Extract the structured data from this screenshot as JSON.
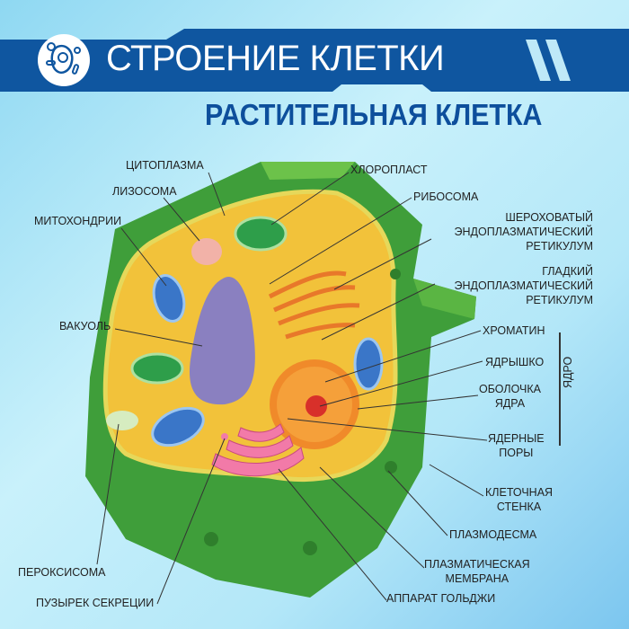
{
  "header": {
    "title": "СТРОЕНИЕ КЛЕТКИ",
    "subtitle": "РАСТИТЕЛЬНАЯ КЛЕТКА",
    "logo_icon": "cell-icon"
  },
  "labels": {
    "cytoplasm": "ЦИТОПЛАЗМА",
    "lysosome": "ЛИЗОСОМА",
    "mitochondria": "МИТОХОНДРИИ",
    "vacuole": "ВАКУОЛЬ",
    "peroxisome": "ПЕРОКСИСОМА",
    "secretory_vesicle": "ПУЗЫРЕК СЕКРЕЦИИ",
    "golgi": "АППАРАТ ГОЛЬДЖИ",
    "plasma_membrane": [
      "ПЛАЗМАТИЧЕСКАЯ",
      "МЕМБРАНА"
    ],
    "plasmodesma": "ПЛАЗМОДЕСМА",
    "cell_wall": [
      "КЛЕТОЧНАЯ",
      "СТЕНКА"
    ],
    "nuclear_pores": [
      "ЯДЕРНЫЕ",
      "ПОРЫ"
    ],
    "nuclear_envelope": [
      "ОБОЛОЧКА",
      "ЯДРА"
    ],
    "nucleolus": "ЯДРЫШКО",
    "chromatin": "ХРОМАТИН",
    "nucleus": "ЯДРО",
    "smooth_er": [
      "ГЛАДКИЙ",
      "ЭНДОПЛАЗМАТИЧЕСКИЙ",
      "РЕТИКУЛУМ"
    ],
    "rough_er": [
      "ШЕРОХОВАТЫЙ",
      "ЭНДОПЛАЗМАТИЧЕСКИЙ",
      "РЕТИКУЛУМ"
    ],
    "ribosome": "РИБОСОМА",
    "chloroplast": "ХЛОРОПЛАСТ"
  },
  "colors": {
    "banner": "#0f56a0",
    "title_blue": "#0d4f9c",
    "cell_wall": "#3f9e3a",
    "cytoplasm": "#f2c23a",
    "vacuole": "#8a80c0",
    "nucleus": "#f08a2a",
    "golgi": "#f27aa8",
    "mitochondria": "#3a76c8",
    "chloroplast": "#2e9e4a"
  }
}
